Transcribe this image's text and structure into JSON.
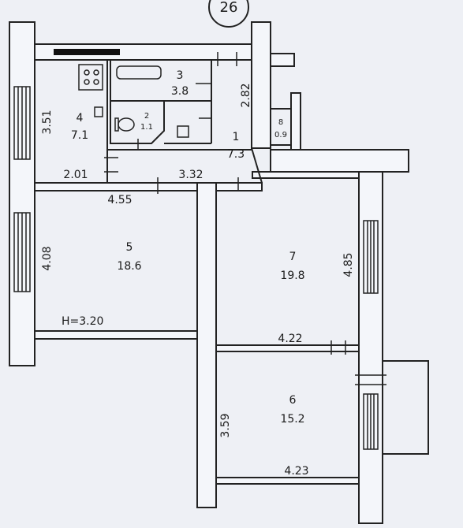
{
  "plan_number": "26",
  "ceiling_height": "H=3.20",
  "rooms": [
    {
      "number": "1",
      "area": "7.3"
    },
    {
      "number": "2",
      "area": "1.1"
    },
    {
      "number": "3",
      "area": "3.8"
    },
    {
      "number": "4",
      "area": "7.1"
    },
    {
      "number": "5",
      "area": "18.6"
    },
    {
      "number": "6",
      "area": "15.2"
    },
    {
      "number": "7",
      "area": "19.8"
    },
    {
      "number": "8",
      "area": "0.9"
    }
  ],
  "dimensions": [
    "3.51",
    "2.01",
    "3.32",
    "4.55",
    "2.82",
    "4.08",
    "4.85",
    "4.22",
    "3.59",
    "4.23"
  ]
}
